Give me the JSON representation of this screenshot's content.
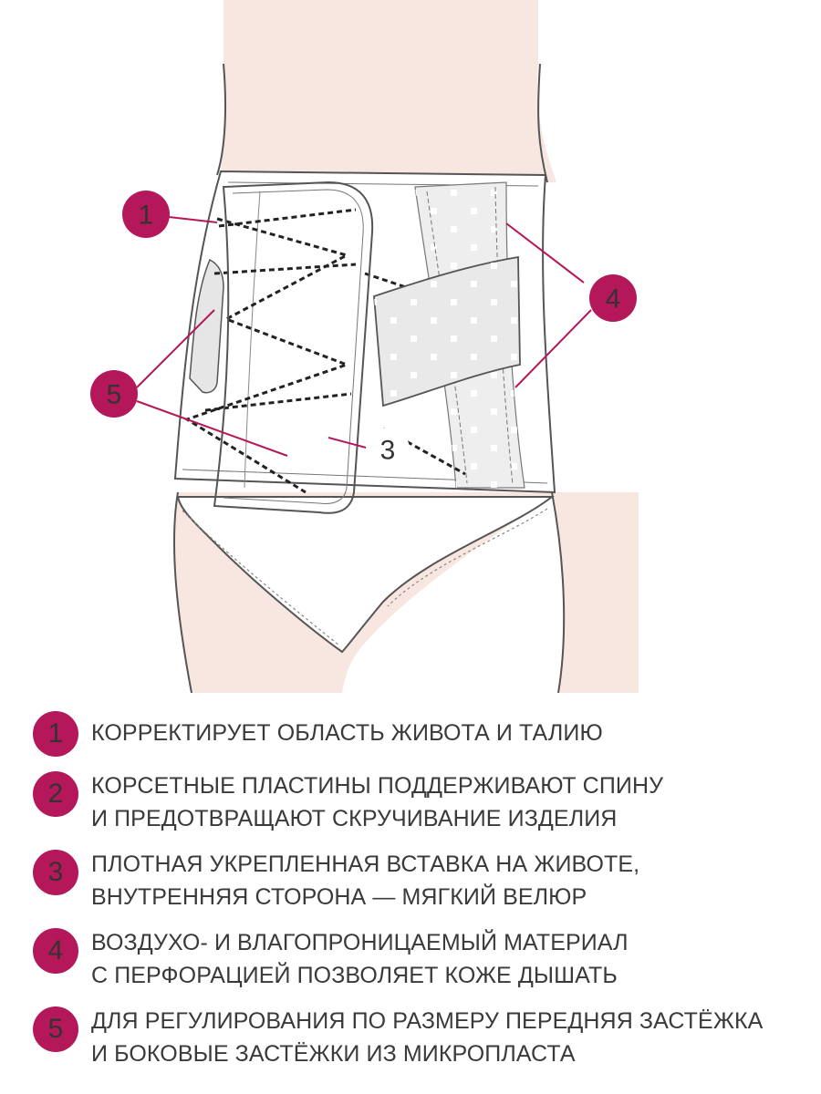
{
  "colors": {
    "accent": "#b5185a",
    "skin": "#f8e6e0",
    "outline": "#555555",
    "belt": "#ffffff"
  },
  "callouts": [
    {
      "num": "1"
    },
    {
      "num": "3"
    },
    {
      "num": "4"
    },
    {
      "num": "5"
    }
  ],
  "legend": [
    {
      "num": "1",
      "lines": [
        "КОРРЕКТИРУЕТ ОБЛАСТЬ ЖИВОТА И ТАЛИЮ"
      ]
    },
    {
      "num": "2",
      "lines": [
        "КОРСЕТНЫЕ ПЛАСТИНЫ ПОДДЕРЖИВАЮТ СПИНУ",
        "И ПРЕДОТВРАЩАЮТ СКРУЧИВАНИЕ ИЗДЕЛИЯ"
      ]
    },
    {
      "num": "3",
      "lines": [
        "ПЛОТНАЯ УКРЕПЛЕННАЯ ВСТАВКА НА ЖИВОТЕ,",
        "ВНУТРЕННЯЯ СТОРОНА — МЯГКИЙ ВЕЛЮР"
      ]
    },
    {
      "num": "4",
      "lines": [
        "ВОЗДУХО- И ВЛАГОПРОНИЦАЕМЫЙ МАТЕРИАЛ",
        "С ПЕРФОРАЦИЕЙ ПОЗВОЛЯЕТ КОЖЕ ДЫШАТЬ"
      ]
    },
    {
      "num": "5",
      "lines": [
        "ДЛЯ РЕГУЛИРОВАНИЯ ПО РАЗМЕРУ ПЕРЕДНЯЯ ЗАСТЁЖКА",
        "И БОКОВЫЕ ЗАСТЁЖКИ ИЗ МИКРОПЛАСТА"
      ]
    }
  ]
}
